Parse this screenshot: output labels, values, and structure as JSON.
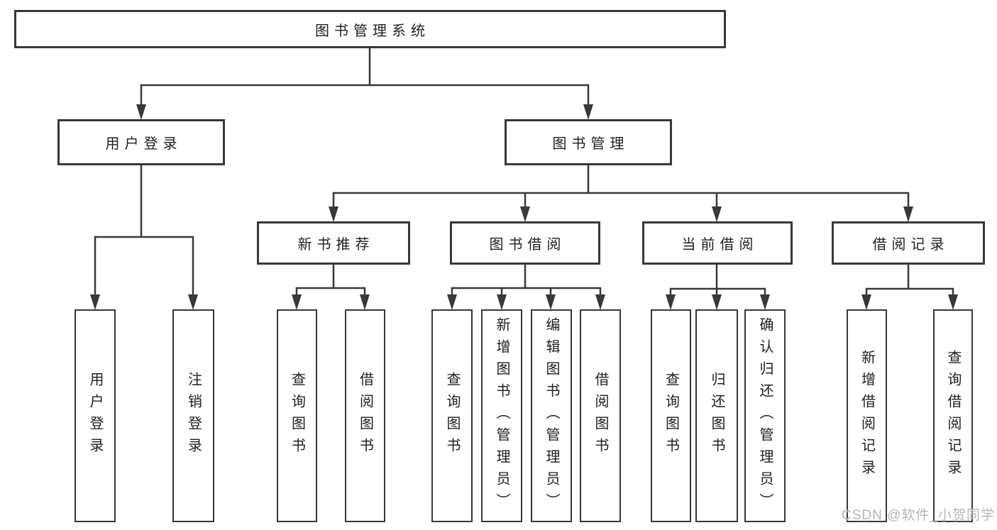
{
  "colors": {
    "line": "#383838",
    "border": "#383838",
    "text": "#1f1f1f",
    "watermark": "#b5b5b5",
    "background": "#ffffff"
  },
  "tree": {
    "root": {
      "label": "图书管理系统"
    },
    "branches": [
      {
        "label": "用户登录",
        "leaves": [
          "用户登录",
          "注销登录"
        ]
      },
      {
        "label": "图书管理",
        "children": [
          {
            "label": "新书推荐",
            "leaves": [
              "查询图书",
              "借阅图书"
            ]
          },
          {
            "label": "图书借阅",
            "leaves": [
              "查询图书",
              "新增图书（管理员）",
              "编辑图书（管理员）",
              "借阅图书"
            ]
          },
          {
            "label": "当前借阅",
            "leaves": [
              "查询图书",
              "归还图书",
              "确认归还（管理员）"
            ]
          },
          {
            "label": "借阅记录",
            "leaves": [
              "新增借阅记录",
              "查询借阅记录"
            ]
          }
        ]
      }
    ]
  },
  "watermark": {
    "text": "CSDN @软件_小贺同学"
  }
}
